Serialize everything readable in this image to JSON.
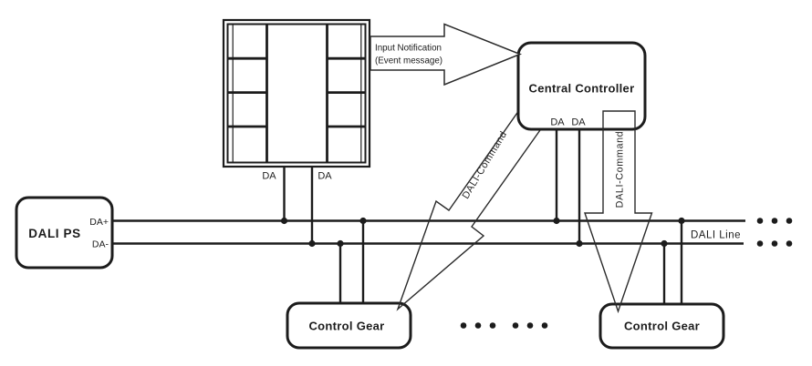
{
  "colors": {
    "ink": "#1c1c1c",
    "background": "#ffffff"
  },
  "power_supply": {
    "label": "DALI PS",
    "terminal_plus": "DA+",
    "terminal_minus": "DA-"
  },
  "push_button_panel": {
    "terminal_left": "DA",
    "terminal_right": "DA"
  },
  "central_controller": {
    "label": "Central Controller",
    "terminal_left": "DA",
    "terminal_right": "DA"
  },
  "control_gear_left": {
    "label": "Control Gear"
  },
  "control_gear_right": {
    "label": "Control Gear"
  },
  "bus": {
    "label": "DALI Line"
  },
  "messages": {
    "input_notification_line1": "Input Notification",
    "input_notification_line2": "(Event message)",
    "dali_command_diagonal": "DALI-Command",
    "dali_command_vertical": "DALI-Command"
  }
}
